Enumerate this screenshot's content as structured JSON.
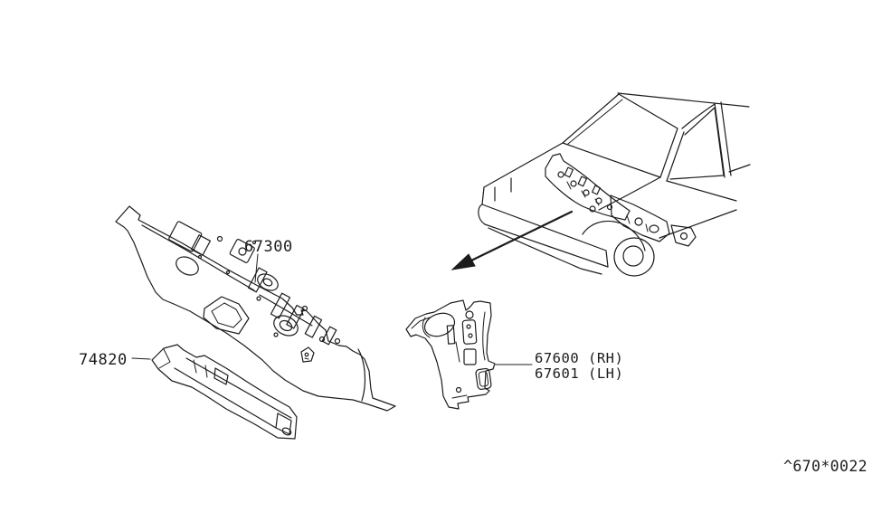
{
  "diagram": {
    "type": "parts-diagram",
    "background_color": "#ffffff",
    "line_color": "#1c1c1c",
    "sheet_code": "^670*0022",
    "callouts": {
      "dash_panel": "67300",
      "crossmember": "74820",
      "pillar_rh": "67600 (RH)",
      "pillar_lh": "67601 (LH)"
    },
    "parts": [
      {
        "part_number": "67300"
      },
      {
        "part_number": "74820"
      },
      {
        "part_number": "67600",
        "side": "RH"
      },
      {
        "part_number": "67601",
        "side": "LH"
      }
    ]
  }
}
